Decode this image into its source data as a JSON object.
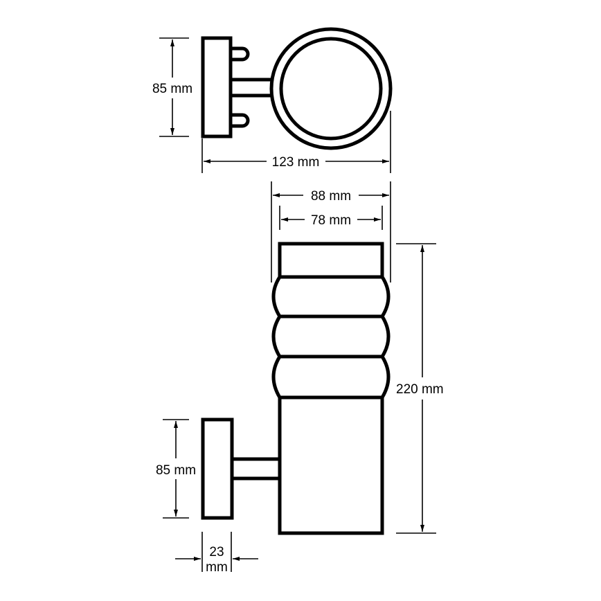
{
  "diagram": {
    "type": "technical-dimension-drawing",
    "subject": "wall light fixture",
    "top_view": {
      "height_label": "85 mm",
      "width_label": "123 mm"
    },
    "front_view": {
      "outer_width_label": "88 mm",
      "inner_width_label": "78 mm",
      "total_height_label": "220 mm"
    },
    "side_bracket": {
      "height_label": "85 mm",
      "depth_label_line1": "23",
      "depth_label_line2": "mm"
    },
    "colors": {
      "line": "#000000",
      "background": "#ffffff"
    }
  }
}
